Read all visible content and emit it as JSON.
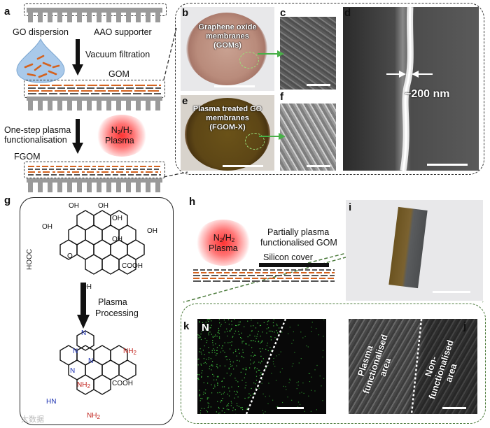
{
  "labels": {
    "a": "a",
    "b": "b",
    "c": "c",
    "d": "d",
    "e": "e",
    "f": "f",
    "g": "g",
    "h": "h",
    "i": "i",
    "j": "j",
    "k": "k"
  },
  "panel_a": {
    "go_dispersion": "GO dispersion",
    "aao_supporter": "AAO supporter",
    "vacuum_filtration": "Vacuum filtration",
    "gom": "GOM",
    "one_step": "One-step plasma",
    "functionalisation": "functionalisation",
    "plasma_n": "N",
    "plasma_2a": "2",
    "plasma_h": "/H",
    "plasma_2b": "2",
    "plasma_word": "Plasma",
    "fgom": "FGOM"
  },
  "panel_b": {
    "line1": "Graphene oxide",
    "line2": "membranes",
    "line3": "(GOMs)"
  },
  "panel_e": {
    "line1": "Plasma treated GO",
    "line2": "membranes",
    "line3": "(FGOM-X)"
  },
  "panel_d": {
    "thickness": "~200 nm"
  },
  "panel_g": {
    "hooc": "HOOC",
    "cooh1": "COOH",
    "oh": "OH",
    "o": "O",
    "plasma_processing_1": "Plasma",
    "plasma_processing_2": "Processing",
    "nh2a": "NH",
    "nh2b": "NH",
    "nh2c": "NH",
    "sub2": "2",
    "cooh2": "COOH",
    "hn": "HN",
    "n": "N"
  },
  "panel_h": {
    "plasma_n": "N",
    "plasma_2a": "2",
    "plasma_h": "/H",
    "plasma_2b": "2",
    "plasma_word": "Plasma",
    "partially_1": "Partially plasma",
    "partially_2": "functionalised GOM",
    "silicon_cover": "Silicon cover"
  },
  "panel_k": {
    "element": "N"
  },
  "panel_j": {
    "left_1": "Plasma",
    "left_2": "functionalised",
    "left_3": "area",
    "right_1": "Non-",
    "right_2": "functionalised",
    "right_3": "area"
  },
  "watermark": "大数据",
  "colors": {
    "membrane_orange": "#d4621e",
    "membrane_grey": "#555555",
    "plasma_red": "#ff3030",
    "dashed_green": "#4a7a3a",
    "nitrogen_blue": "#1a2fb0",
    "amine_red": "#c0201a"
  }
}
